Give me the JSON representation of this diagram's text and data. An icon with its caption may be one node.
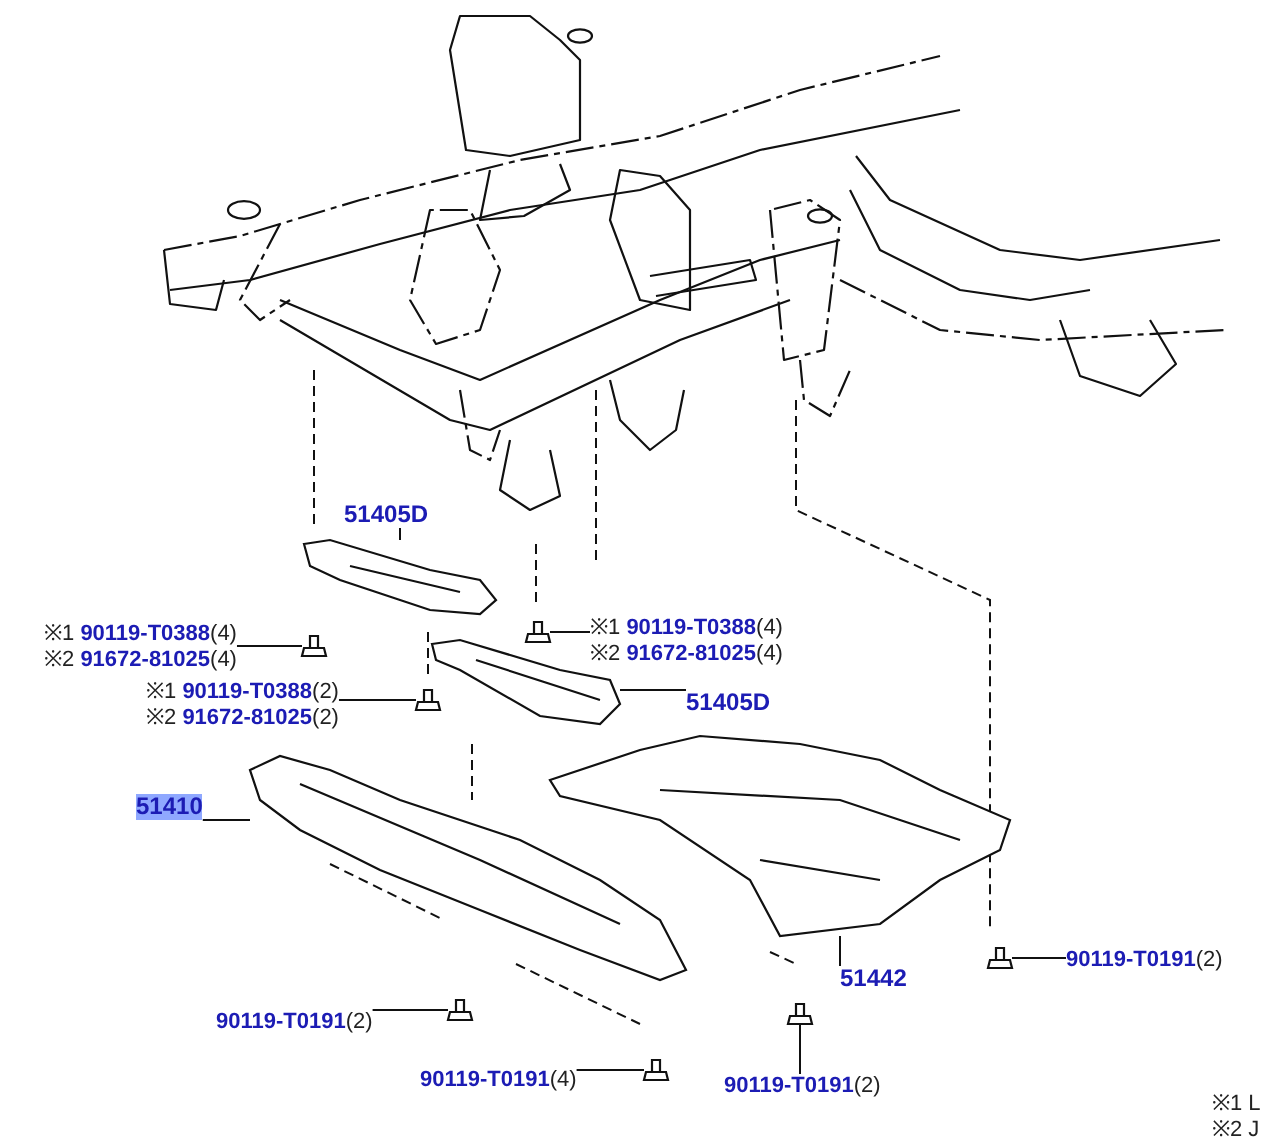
{
  "diagram": {
    "nodes": [
      {
        "text": [
          "51405D"
        ]
      },
      {
        "text": [
          "※1 **90119-T0388**(4)",
          "※2 **91672-81025**(4)"
        ]
      },
      {
        "text": [
          "※1 **90119-T0388**(4)",
          "※2 **91672-81025**(4)"
        ]
      },
      {
        "text": [
          "※1 **90119-T0388**(2)",
          "※2 **91672-81025**(2)"
        ]
      },
      {
        "text": [
          "51405D"
        ]
      },
      {
        "text": [
          "51410"
        ]
      },
      {
        "text": [
          "51442"
        ]
      },
      {
        "text": [
          "**90119-T0191**(2)"
        ]
      },
      {
        "text": [
          "**90119-T0191**(2)"
        ]
      },
      {
        "text": [
          "**90119-T0191**(4)"
        ]
      },
      {
        "text": [
          "**90119-T0191**(2)"
        ]
      },
      {
        "text": [],
        "shape": "picture"
      },
      {
        "text": [],
        "shape": "picture"
      },
      {
        "text": [],
        "shape": "picture"
      },
      {
        "text": [],
        "shape": "picture"
      },
      {
        "text": [],
        "shape": "picture"
      },
      {
        "text": [],
        "shape": "picture"
      },
      {
        "text": [],
        "shape": "picture"
      },
      {
        "text": [],
        "shape": "picture"
      },
      {
        "text": [],
        "shape": "picture"
      },
      {
        "text": [],
        "shape": "picture"
      },
      {
        "text": [],
        "shape": "picture"
      }
    ],
    "edges": [
      {
        "from": 0,
        "to": 11,
        "arrow": "none"
      },
      {
        "from": 1,
        "to": 12,
        "arrow": "none"
      },
      {
        "from": 2,
        "to": 13,
        "arrow": "none"
      },
      {
        "from": 3,
        "to": 14,
        "arrow": "none"
      },
      {
        "from": 4,
        "to": 15,
        "arrow": "none"
      },
      {
        "from": 5,
        "to": 16,
        "arrow": "none"
      },
      {
        "from": 6,
        "to": 17,
        "arrow": "none"
      },
      {
        "from": 7,
        "to": 18,
        "arrow": "none"
      },
      {
        "from": 8,
        "to": 19,
        "arrow": "none"
      },
      {
        "from": 9,
        "to": 20,
        "arrow": "none"
      },
      {
        "from": 10,
        "to": 21,
        "arrow": "none"
      }
    ],
    "labels": [
      "※1 L",
      "※2 J"
    ]
  }
}
